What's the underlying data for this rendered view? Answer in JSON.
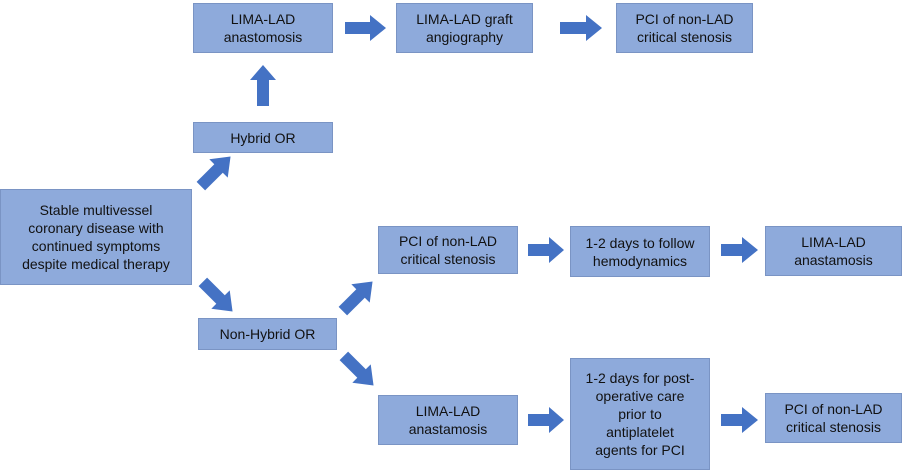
{
  "nodes": {
    "lima_lad_anastomosis_top": "LIMA-LAD\nanastomosis",
    "lima_lad_graft_angiography": "LIMA-LAD graft\nangiography",
    "pci_non_lad_top": "PCI of non-LAD\ncritical stenosis",
    "hybrid_or": "Hybrid OR",
    "stable_multivessel": "Stable multivessel\ncoronary disease with\ncontinued symptoms\ndespite medical therapy",
    "pci_non_lad_middle": "PCI of non-LAD\ncritical stenosis",
    "follow_hemodynamics": "1-2 days to follow\nhemodynamics",
    "lima_lad_anastamosis_middle": "LIMA-LAD\nanastamosis",
    "non_hybrid_or": "Non-Hybrid OR",
    "lima_lad_anastamosis_bottom": "LIMA-LAD\nanastamosis",
    "post_operative_care": "1-2 days for post-\noperative care\nprior to\nantiplatelet\nagents for PCI",
    "pci_non_lad_bottom": "PCI of non-LAD\ncritical stenosis"
  },
  "colors": {
    "box_fill": "#8eaadb",
    "arrow_fill": "#4472c4"
  }
}
